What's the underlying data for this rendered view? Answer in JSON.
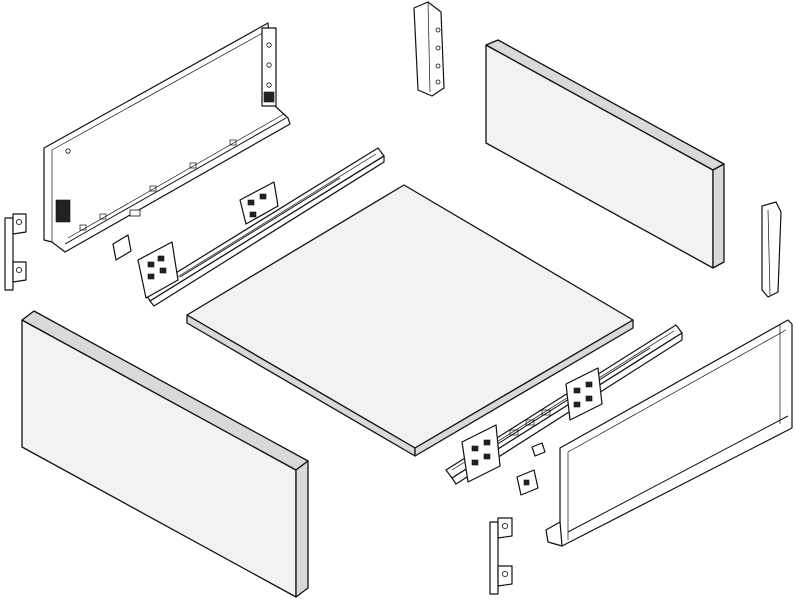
{
  "diagram": {
    "kind": "exploded-assembly",
    "subject": "drawer-kit",
    "colors": {
      "stroke": "#111111",
      "panel": "#f2f2f2",
      "edge": "#d9d9d9",
      "background": "#ffffff"
    },
    "parts": [
      "front-panel",
      "drawer-bottom",
      "back-panel",
      "left-side-wall",
      "right-side-wall",
      "left-runner",
      "right-runner",
      "left-front-bracket",
      "right-front-bracket",
      "left-rear-bracket",
      "right-rear-bracket",
      "left-clip",
      "right-clip"
    ]
  }
}
